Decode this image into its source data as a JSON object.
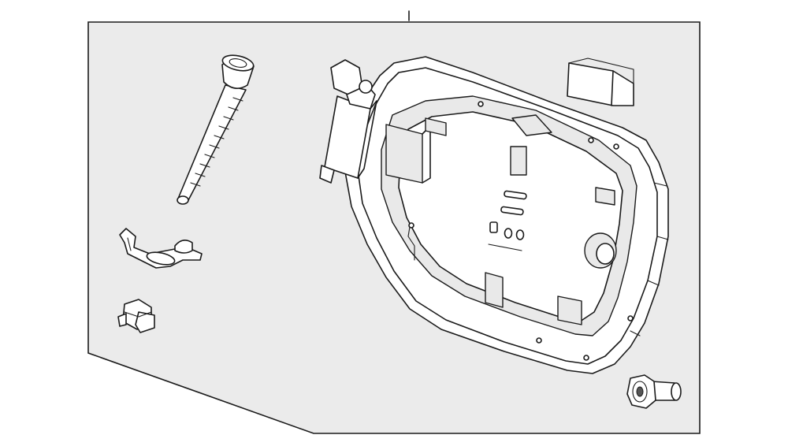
{
  "diagram": {
    "colors": {
      "background_panel": "#ebebeb",
      "line": "#1a1a1a",
      "part_fill": "#ffffff"
    },
    "callout_label": "",
    "parts": [
      {
        "name": "fuel-door-housing",
        "icon": "fuel-door-housing-icon"
      },
      {
        "name": "cable-screw",
        "icon": "screw-icon"
      },
      {
        "name": "bracket-clip",
        "icon": "bracket-clip-icon"
      },
      {
        "name": "connector-clip",
        "icon": "connector-clip-icon"
      },
      {
        "name": "rubber-bumper",
        "icon": "bumper-icon"
      },
      {
        "name": "mounting-bolt",
        "icon": "bolt-icon"
      }
    ]
  }
}
